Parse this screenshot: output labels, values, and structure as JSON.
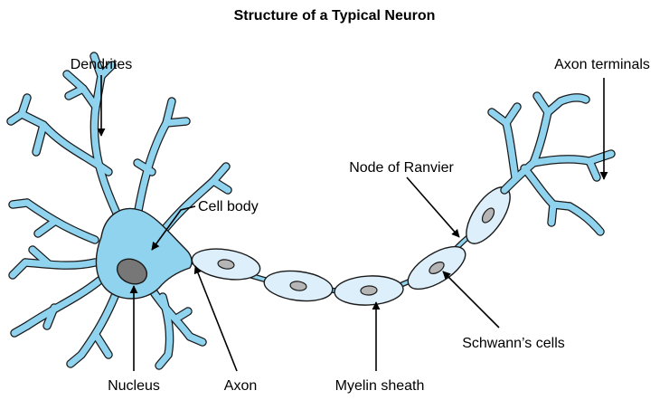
{
  "title": "Structure of a Typical Neuron",
  "labels": {
    "dendrites": "Dendrites",
    "axon_terminals": "Axon terminals",
    "node_of_ranvier": "Node of Ranvier",
    "cell_body": "Cell body",
    "schwanns_cells": "Schwann’s cells",
    "nucleus": "Nucleus",
    "axon": "Axon",
    "myelin_sheath": "Myelin sheath"
  },
  "colors": {
    "cell_fill": "#8fd3ef",
    "schwann_fill": "#ddeffa",
    "nucleus_fill": "#777777",
    "outline": "#1a1a1a"
  }
}
